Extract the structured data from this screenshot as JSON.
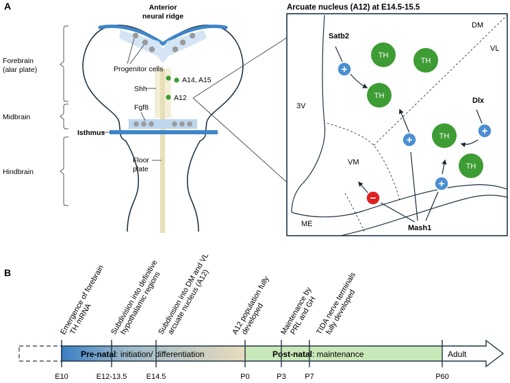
{
  "panel_a": {
    "letter": "A",
    "labels": {
      "anterior_line1": "Anterior",
      "anterior_line2": "neural ridge",
      "progenitor": "Progenitor cells",
      "shh": "Shh",
      "a14a15": "A14, A15",
      "a12": "A12",
      "fgf8": "Fgf8",
      "isthmus": "Isthmus",
      "floor_line1": "Floor",
      "floor_line2": "plate",
      "forebrain_line1": "Forebrain",
      "forebrain_line2": "(alar plate)",
      "midbrain": "Midbrain",
      "hindbrain": "Hindbrain"
    },
    "inset": {
      "title": "Arcuate nucleus (A12) at E14.5-15.5",
      "regions": {
        "dm": "DM",
        "vl": "VL",
        "v3": "3V",
        "vm": "VM",
        "me": "ME"
      },
      "th": "TH",
      "factors": {
        "satb2": "Satb2",
        "dlx": "Dlx",
        "mash1": "Mash1"
      },
      "plus": "+",
      "minus": "−"
    }
  },
  "panel_b": {
    "letter": "B",
    "events": [
      {
        "line1": "Emergence of forebrain",
        "line2": "TH mRNA"
      },
      {
        "line1": "Subdivision into definitive",
        "line2": "hypothalamic regions"
      },
      {
        "line1": "Subdivision into DM and VL",
        "line2": "arcuate nucleus (A12)"
      },
      {
        "line1": "A12 population fully",
        "line2": "developed"
      },
      {
        "line1": "Maintenance by",
        "line2": "PRL and GH"
      },
      {
        "line1": "TIDA nerve terminals",
        "line2": "fully developed"
      }
    ],
    "ticks": [
      "E10",
      "E12-13.5",
      "E14.5",
      "P0",
      "P3",
      "P7",
      "P60"
    ],
    "prenatal_bold": "Pre-natal",
    "prenatal_rest": ": initiation/ differentiation",
    "postnatal_bold": "Post-natal",
    "postnatal_rest": ": maintenance",
    "adult": "Adult",
    "colors": {
      "prenatal_start": "#3f86c8",
      "prenatal_end": "#e6dcc0",
      "postnatal": "#c9e8b8",
      "cell_green": "#3e9c34",
      "plus_blue": "#4b8fd0",
      "minus_red": "#e02121"
    }
  }
}
